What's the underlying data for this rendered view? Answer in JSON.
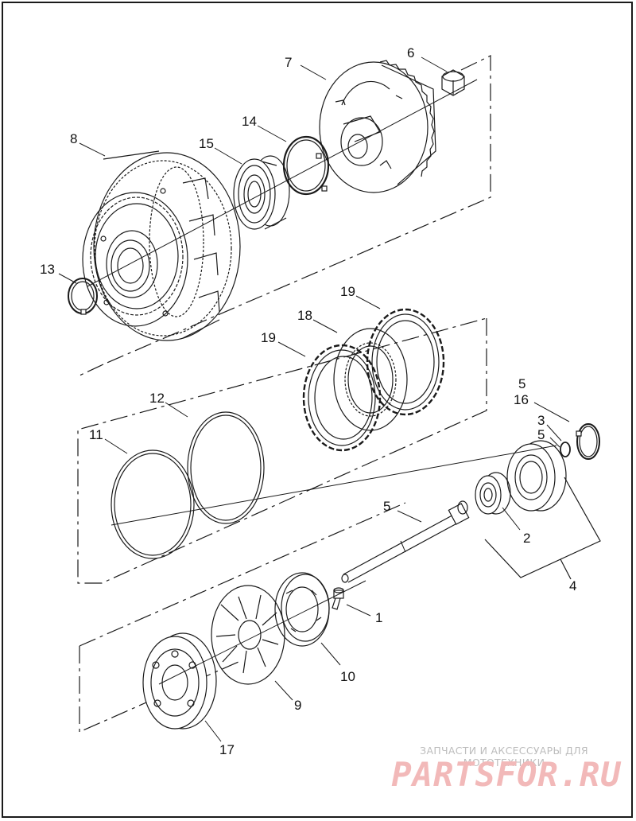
{
  "callouts": [
    "7",
    "6",
    "14",
    "15",
    "8",
    "13",
    "19",
    "18",
    "19",
    "12",
    "11",
    "5",
    "16",
    "3",
    "5",
    "5",
    "2",
    "4",
    "1",
    "10",
    "9",
    "17"
  ],
  "watermark": {
    "subtitle": "ЗАПЧАСТИ И АКСЕССУАРЫ ДЛЯ МОТОТЕХНИКИ",
    "logo": "PARTSFOR.RU",
    "subtitle_color": "#bdbdbd",
    "logo_color": "#f2b9b9"
  },
  "colors": {
    "line": "#1a1a1a",
    "background": "#ffffff"
  }
}
